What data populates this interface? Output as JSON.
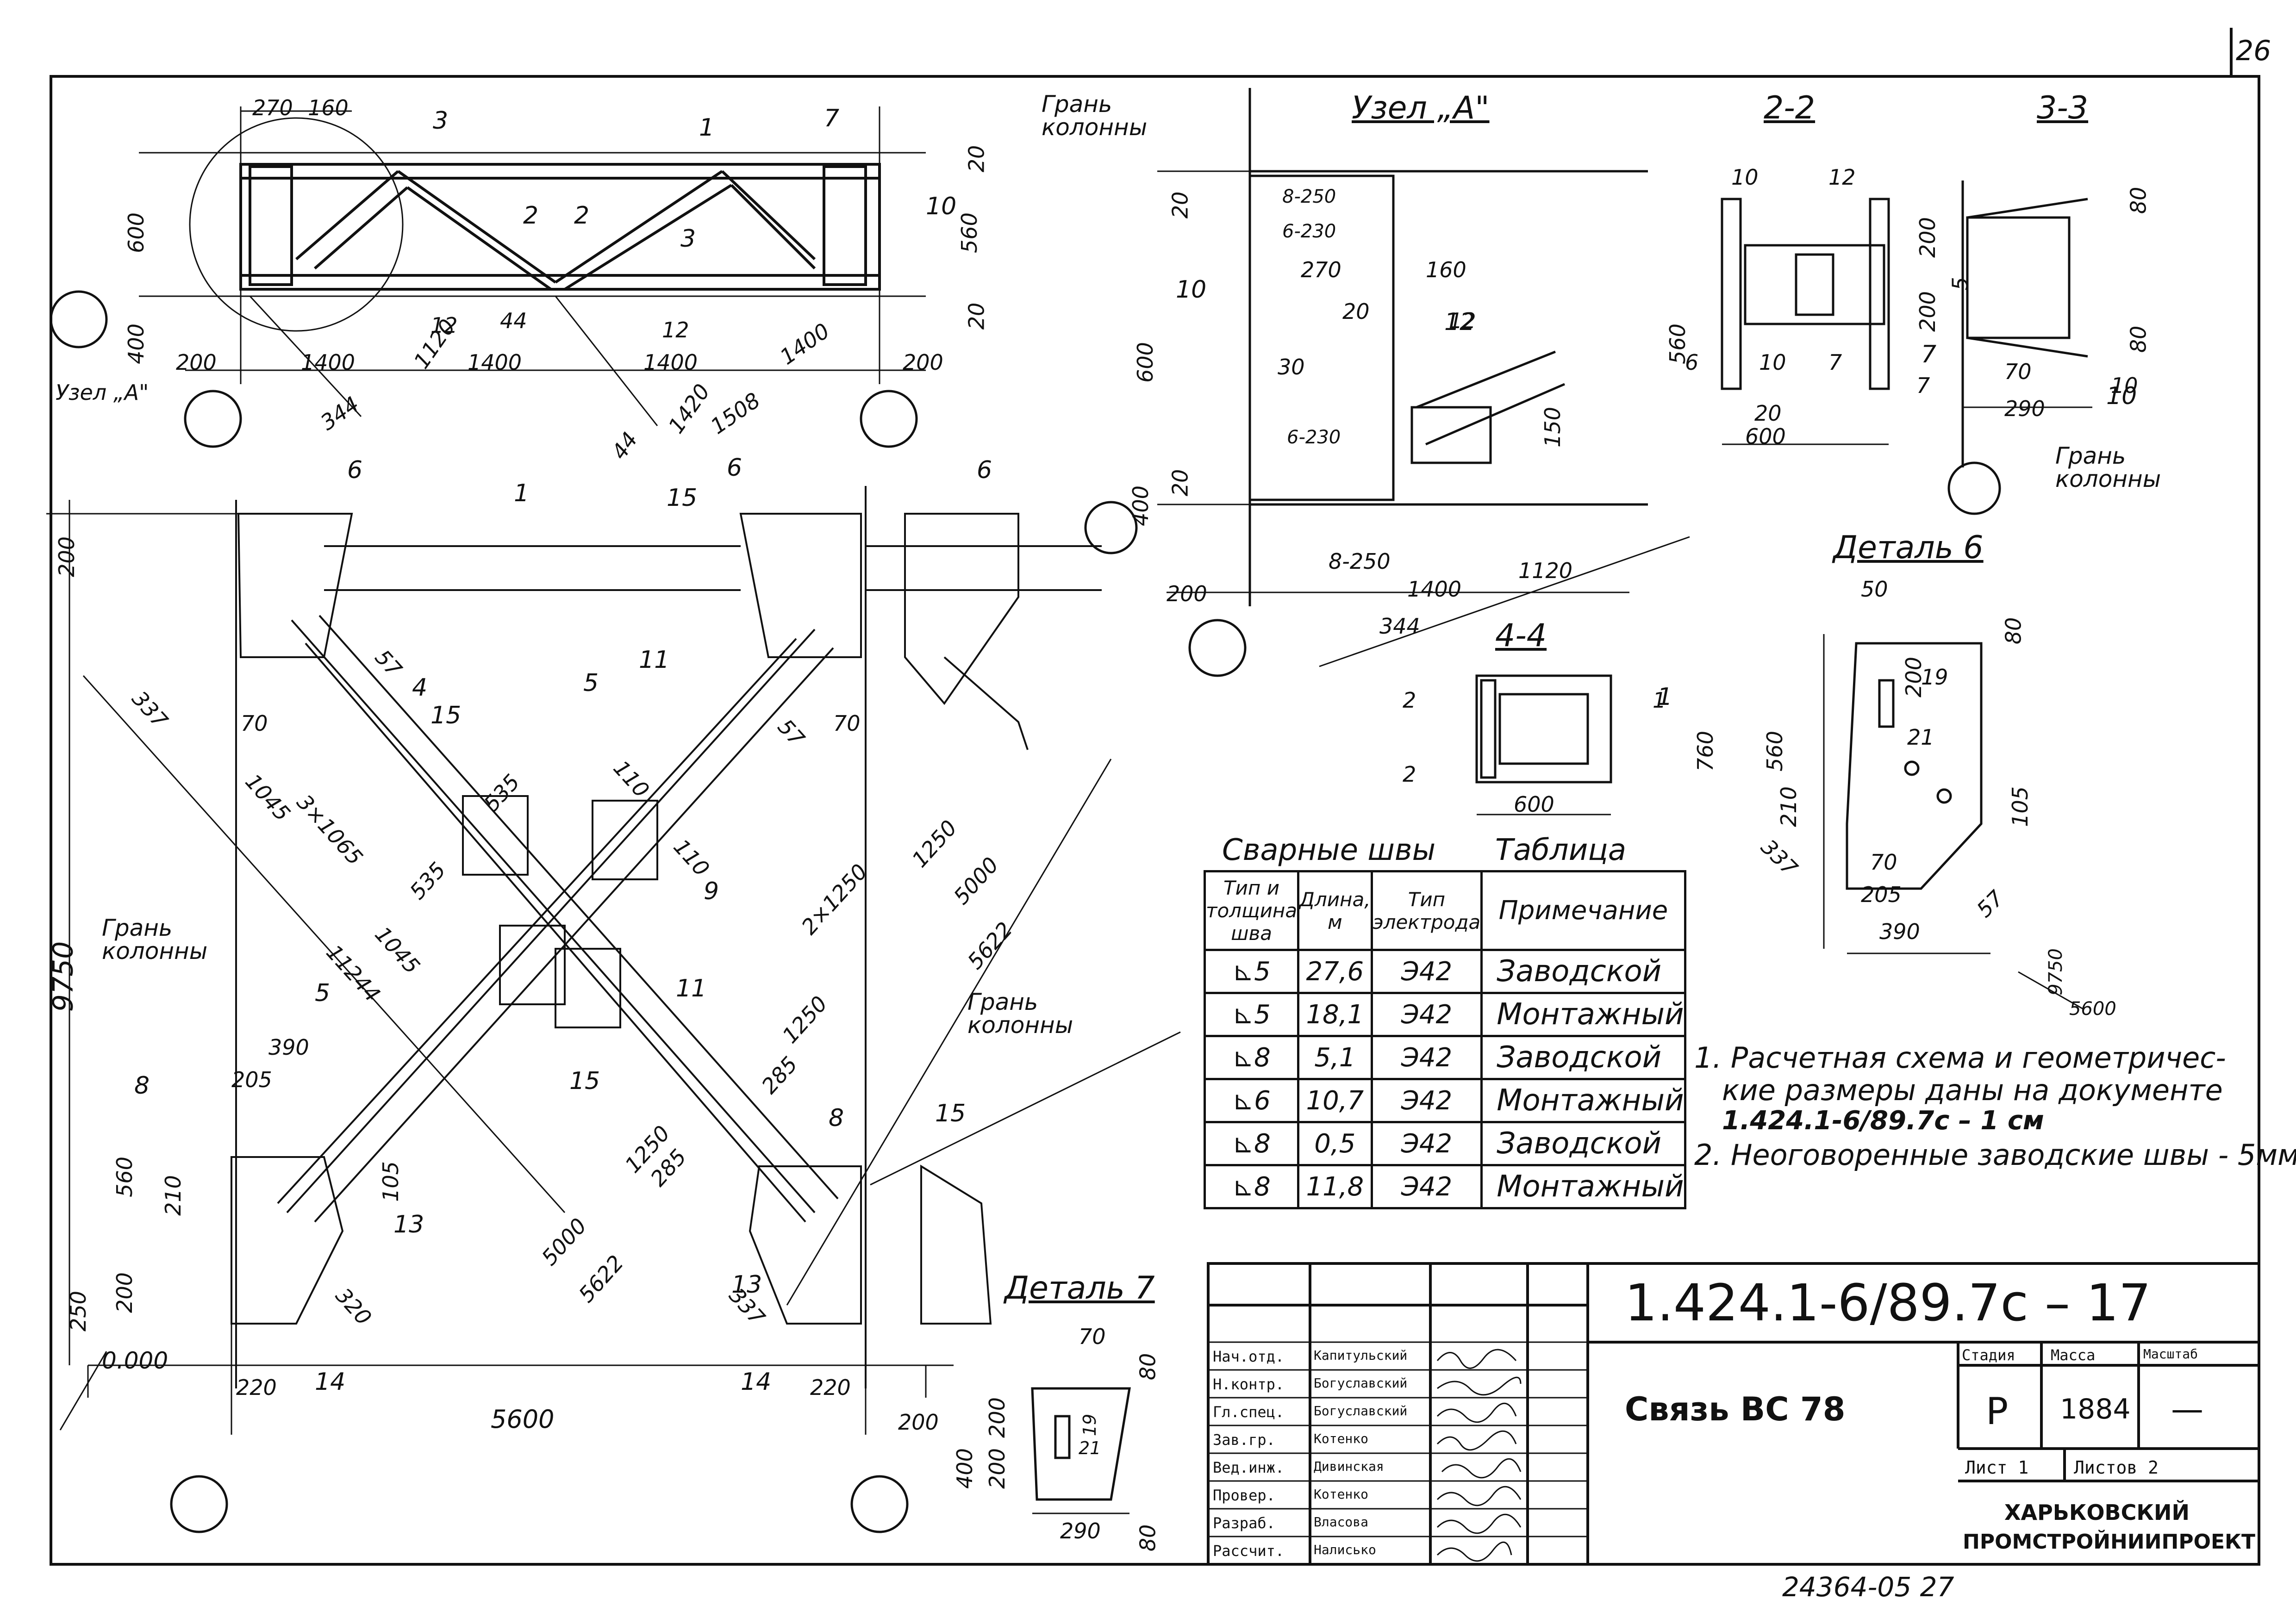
{
  "page_number": "26",
  "sheet_code": "1.424.1-6/89.7с – 17",
  "drawing_title": "Связь ВС 78",
  "title_block": {
    "stage_header": "Стадия",
    "mass_header": "Масса",
    "scale_header": "Масштаб",
    "stage": "Р",
    "mass": "1884",
    "scale": "—",
    "sheet_label": "Лист",
    "sheet_value": "1",
    "sheets_label": "Листов",
    "sheets_value": "2",
    "org_line1": "ХАРЬКОВСКИЙ",
    "org_line2": "ПРОМСТРОЙНИИПРОЕКТ",
    "staff": [
      {
        "role": "Нач.отд.",
        "name": "Капитульский"
      },
      {
        "role": "Н.контр.",
        "name": "Богуславский"
      },
      {
        "role": "Гл.спец.",
        "name": "Богуславский"
      },
      {
        "role": "Зав.гр.",
        "name": "Котенко"
      },
      {
        "role": "Вед.инж.",
        "name": "Дивинская"
      },
      {
        "role": "Провер.",
        "name": "Котенко"
      },
      {
        "role": "Разраб.",
        "name": "Власова"
      },
      {
        "role": "Рассчит.",
        "name": "Налисько"
      }
    ]
  },
  "inventory_number": "24364-05  27",
  "weld_table": {
    "caption_left": "Сварные швы",
    "caption_right": "Таблица",
    "headers": [
      "Тип и толщина шва",
      "Длина, м",
      "Тип электрода",
      "Примечание"
    ],
    "rows": [
      {
        "type": "5",
        "length": "27,6",
        "electrode": "Э42",
        "note": "Заводской"
      },
      {
        "type": "5",
        "length": "18,1",
        "electrode": "Э42",
        "note": "Монтажный"
      },
      {
        "type": "8",
        "length": "5,1",
        "electrode": "Э42",
        "note": "Заводской"
      },
      {
        "type": "6",
        "length": "10,7",
        "electrode": "Э42",
        "note": "Монтажный"
      },
      {
        "type": "8",
        "length": "0,5",
        "electrode": "Э42",
        "note": "Заводской"
      },
      {
        "type": "8",
        "length": "11,8",
        "electrode": "Э42",
        "note": "Монтажный"
      }
    ]
  },
  "notes": [
    "1. Расчетная схема и геометричес-",
    "кие размеры даны на документе",
    "1.424.1-6/89.7с – 1 см",
    "2. Неоговоренные заводские швы - 5мм."
  ],
  "views": {
    "node_a": "Узел „А\"",
    "section_22": "2-2",
    "section_33": "3-3",
    "section_44": "4-4",
    "detail_6": "Деталь 6",
    "detail_7": "Деталь 7"
  },
  "labels": {
    "column_face": "Грань колонны",
    "node_a_ref": "Узел „А\"",
    "level": "0.000"
  },
  "dims_top": [
    "270",
    "160",
    "600",
    "400",
    "200",
    "1400",
    "1400",
    "1400",
    "1400",
    "200",
    "344",
    "1120",
    "1420",
    "1508",
    "560",
    "20",
    "20",
    "12",
    "12",
    "44",
    "44"
  ],
  "dims_main": [
    "9750",
    "200",
    "337",
    "1045",
    "3×1065",
    "1045",
    "11244",
    "535",
    "535",
    "110",
    "110",
    "2×1250",
    "1250",
    "5000",
    "5622",
    "1250",
    "285",
    "285",
    "1250",
    "5000",
    "5622",
    "337",
    "390",
    "205",
    "560",
    "210",
    "200",
    "250",
    "220",
    "5600",
    "220",
    "200",
    "70",
    "70",
    "57",
    "57",
    "320",
    "105"
  ],
  "dims_node_a": [
    "20",
    "8-250",
    "6-230",
    "270",
    "160",
    "600",
    "20",
    "12",
    "560",
    "30",
    "6-230",
    "150",
    "20",
    "8-250",
    "1400",
    "1120",
    "344",
    "200",
    "400"
  ],
  "dims_22": [
    "10",
    "12",
    "6",
    "10",
    "7",
    "20",
    "600"
  ],
  "dims_33": [
    "80",
    "200",
    "200",
    "5",
    "80",
    "70",
    "290",
    "7",
    "10"
  ],
  "dims_44": [
    "2",
    "2",
    "1",
    "600"
  ],
  "dims_det6": [
    "50",
    "80",
    "200",
    "760",
    "560",
    "19",
    "21",
    "105",
    "210",
    "337",
    "70",
    "205",
    "390",
    "57",
    "9750",
    "5600"
  ],
  "dims_det7": [
    "70",
    "80",
    "200",
    "200",
    "400",
    "19",
    "21",
    "290",
    "80"
  ],
  "marks": [
    "1",
    "2",
    "3",
    "4",
    "5",
    "6",
    "7",
    "8",
    "9",
    "10",
    "11",
    "12",
    "13",
    "14",
    "15"
  ]
}
